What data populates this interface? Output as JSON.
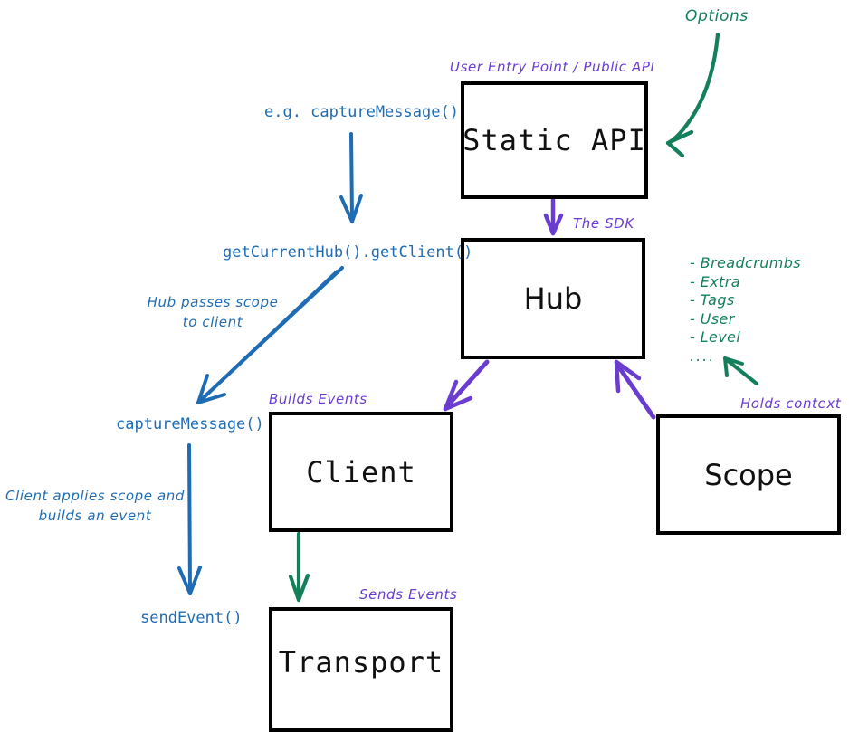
{
  "diagram": {
    "title": "Sentry SDK architecture flow",
    "colors": {
      "box_border": "#000000",
      "box_text": "#111111",
      "purple": "#6a3dd0",
      "green": "#13805a",
      "blue": "#1f6cb4",
      "background": "#ffffff"
    },
    "nodes": [
      {
        "id": "static-api",
        "label": "Static API",
        "font": "mono"
      },
      {
        "id": "hub",
        "label": "Hub",
        "font": "sans"
      },
      {
        "id": "client",
        "label": "Client",
        "font": "mono"
      },
      {
        "id": "scope",
        "label": "Scope",
        "font": "sans"
      },
      {
        "id": "transport",
        "label": "Transport",
        "font": "mono"
      }
    ],
    "annotations": {
      "options": "Options",
      "user_entry_point": "User Entry Point / Public API",
      "the_sdk": "The SDK",
      "builds_events": "Builds Events",
      "sends_events": "Sends Events",
      "holds_context": "Holds context",
      "hub_passes_scope_line1": "Hub passes scope",
      "hub_passes_scope_line2": "to client",
      "client_applies_line1": "Client applies scope and",
      "client_applies_line2": "builds an event"
    },
    "code_labels": {
      "eg_capture_message": "e.g. captureMessage()",
      "get_current_hub": "getCurrentHub().getClient()",
      "capture_message": "captureMessage()",
      "send_event": "sendEvent()"
    },
    "context_list": {
      "items": [
        "- Breadcrumbs",
        "- Extra",
        "- Tags",
        "- User",
        "- Level"
      ],
      "ellipsis": "...."
    }
  }
}
